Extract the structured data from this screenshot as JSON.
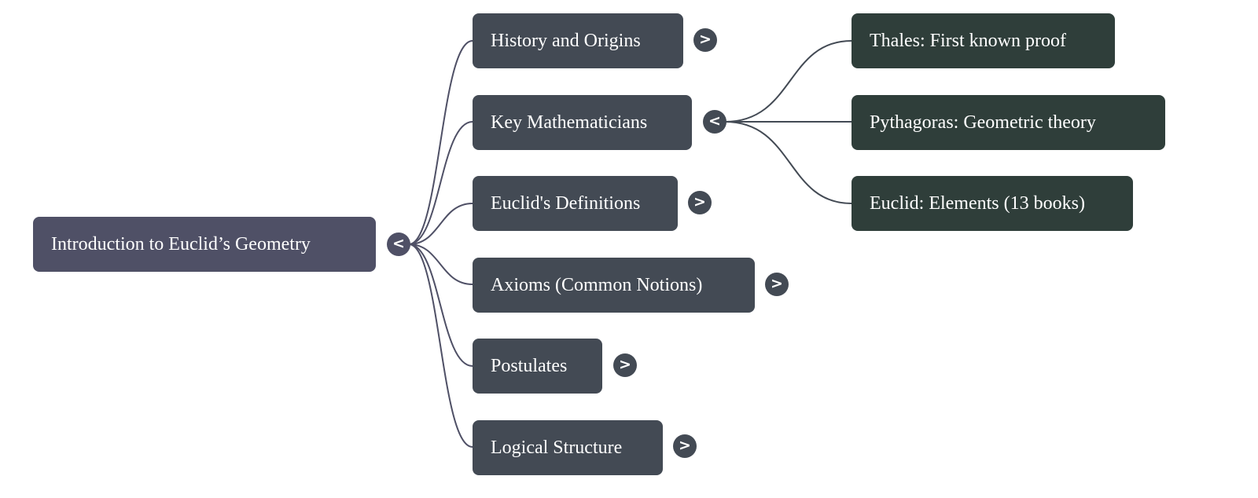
{
  "root": {
    "label": "Introduction to Euclid’s Geometry",
    "toggle": "<"
  },
  "children": [
    {
      "label": "History and Origins",
      "toggle": ">"
    },
    {
      "label": "Key Mathematicians",
      "toggle": "<"
    },
    {
      "label": "Euclid's Definitions",
      "toggle": ">"
    },
    {
      "label": "Axioms (Common Notions)",
      "toggle": ">"
    },
    {
      "label": "Postulates",
      "toggle": ">"
    },
    {
      "label": "Logical Structure",
      "toggle": ">"
    }
  ],
  "mathematicians": [
    {
      "label": "Thales: First known proof"
    },
    {
      "label": "Pythagoras: Geometric theory"
    },
    {
      "label": "Euclid: Elements (13 books)"
    }
  ],
  "colors": {
    "root": "#4f5066",
    "level1": "#434a54",
    "level2": "#2f3e3a"
  }
}
